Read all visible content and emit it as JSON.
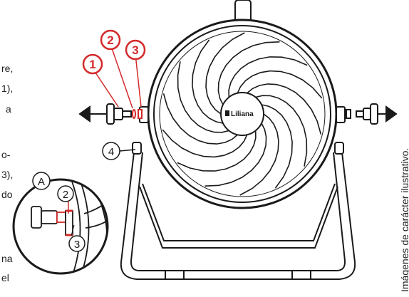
{
  "brand": {
    "logo_text": "Liliana"
  },
  "callouts": {
    "red": [
      {
        "label": "1",
        "color": "#d42a2a"
      },
      {
        "label": "2",
        "color": "#d42a2a"
      },
      {
        "label": "3",
        "color": "#d42a2a"
      }
    ],
    "base": {
      "label": "4"
    },
    "detail": {
      "label": "A",
      "parts": [
        "2",
        "3"
      ]
    }
  },
  "side_text_fragments": [
    "re,",
    "1),",
    "a",
    "o-",
    "3),",
    "do",
    "na",
    "el"
  ],
  "disclaimer": "Imágenes de carácter ilustrativo.",
  "colors": {
    "accent": "#d42a2a",
    "line": "#1a1a1a",
    "background": "#ffffff"
  }
}
